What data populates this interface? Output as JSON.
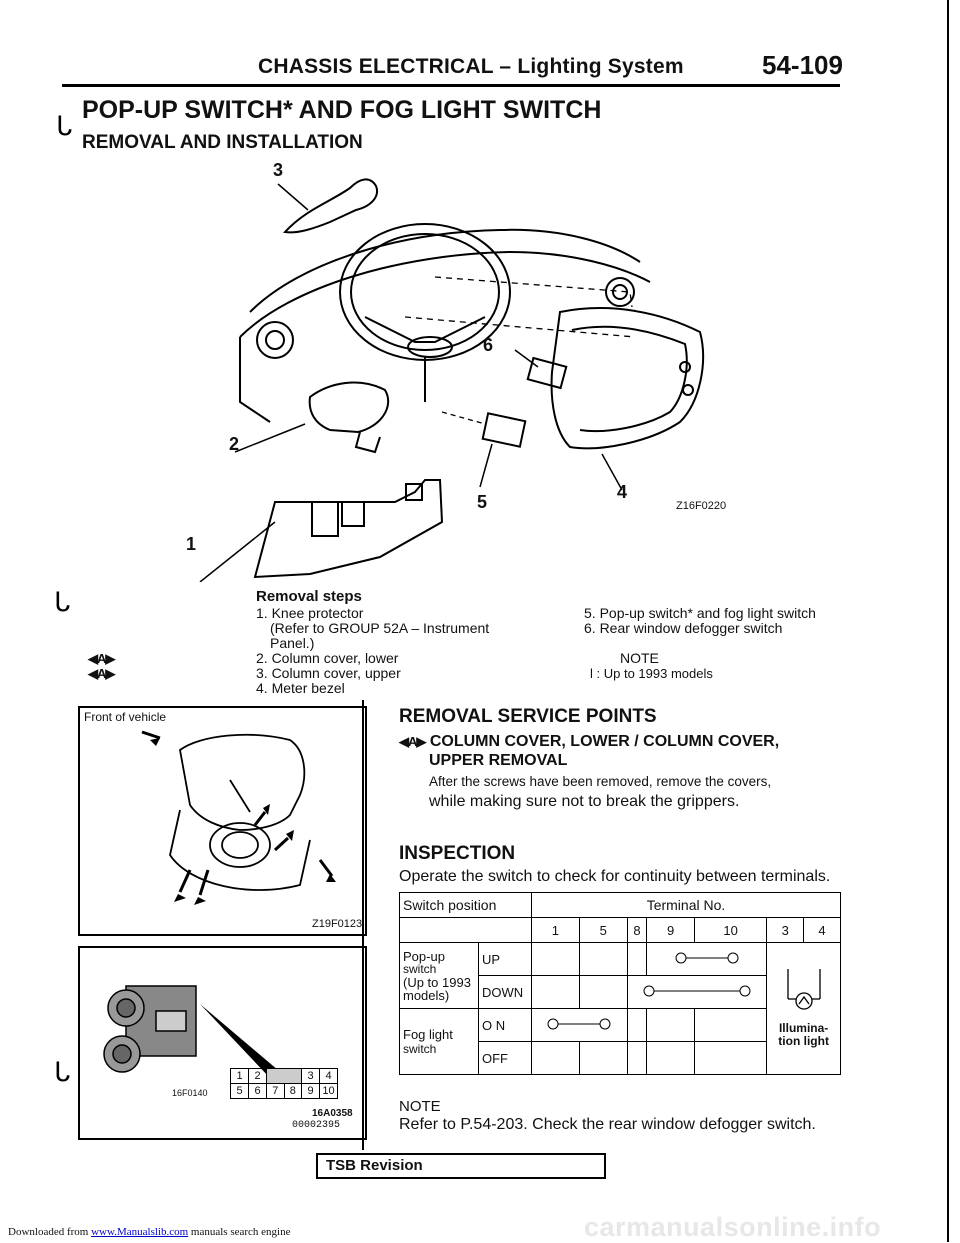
{
  "header": {
    "title": "CHASSIS ELECTRICAL – Lighting System",
    "page": "54-109"
  },
  "heading": "POP-UP SWITCH* AND FOG LIGHT SWITCH",
  "subheading": "REMOVAL AND INSTALLATION",
  "figure1": {
    "code": "Z16F0220",
    "callouts": [
      "1",
      "2",
      "3",
      "4",
      "5",
      "6"
    ]
  },
  "removal_steps": {
    "title": "Removal steps",
    "left": [
      "1. Knee protector",
      "(Refer to GROUP 52A – Instrument",
      "Panel.)",
      "2. Column cover, lower",
      "3. Column cover, upper",
      "4. Meter bezel"
    ],
    "right": [
      "5. Pop-up switch* and fog light switch",
      "6. Rear window defogger switch"
    ],
    "note_label": "NOTE",
    "note_text": "l   : Up to 1993 models",
    "marks": [
      "◀A▶",
      "◀A▶"
    ]
  },
  "figure2": {
    "caption": "Front of vehicle",
    "code": "Z19F0123"
  },
  "figure3": {
    "code_small": "16F0140",
    "code_a": "16A0358",
    "code_b": "00002395",
    "connector_top": [
      "1",
      "2",
      "",
      "3",
      "4"
    ],
    "connector_bottom": [
      "5",
      "6",
      "7",
      "8",
      "9",
      "10"
    ]
  },
  "removal_service": {
    "heading": "REMOVAL SERVICE POINTS",
    "mark": "◀A▶",
    "item_line1": "COLUMN COVER, LOWER / COLUMN COVER,",
    "item_line2": "UPPER REMOVAL",
    "body1": "After the screws have been removed, remove the covers,",
    "body2": "while making sure not to break the grippers."
  },
  "inspection": {
    "heading": "INSPECTION",
    "body": "Operate the switch to check for continuity between terminals.",
    "table": {
      "col_switch_position": "Switch position",
      "col_terminal_no": "Terminal No.",
      "terminals": [
        "1",
        "5",
        "8",
        "9",
        "10",
        "3",
        "4"
      ],
      "popup_label": "Pop-up",
      "popup_sub1": "switch",
      "popup_sub2": "(Up to 1993",
      "popup_sub3": "models)",
      "fog_label": "Fog   light",
      "fog_sub": "switch",
      "states": [
        "UP",
        "DOWN",
        "O N",
        "OFF"
      ],
      "illumination": "Illumina-\ntion light"
    },
    "note_label": "NOTE",
    "note_ref": "Refer to",
    "note_page": "P.54-203.",
    "note_text": "Check the rear window defogger switch."
  },
  "tsb": "TSB Revision",
  "footer": {
    "prefix": "Downloaded from",
    "link": "www.Manualslib.com",
    "suffix": "manuals search engine"
  },
  "watermark": "carmanualsonline.info"
}
